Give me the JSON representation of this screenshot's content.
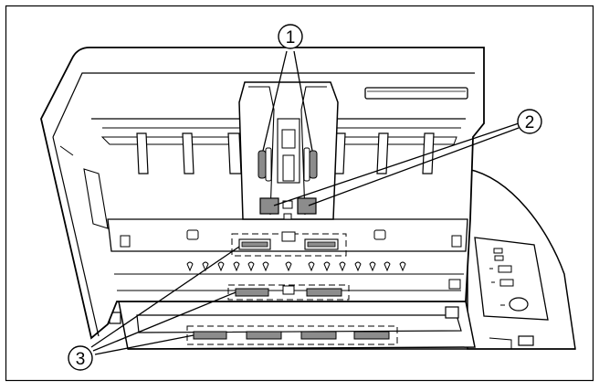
{
  "callouts": [
    {
      "number": "1"
    },
    {
      "number": "2"
    },
    {
      "number": "3"
    }
  ],
  "colors": {
    "line": "#000000",
    "fill": "#ffffff",
    "roller": "#8c8c8c",
    "background": "#ffffff"
  }
}
